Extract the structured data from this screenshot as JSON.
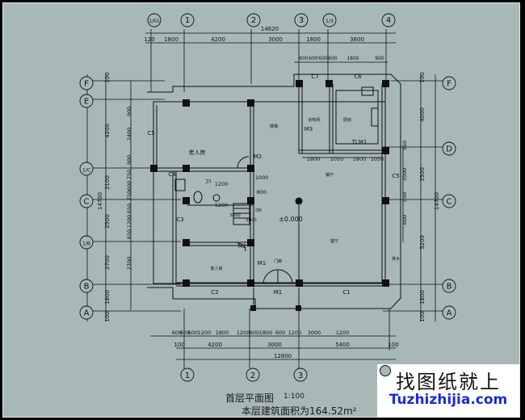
{
  "plan": {
    "title": "首层平面图",
    "scale": "1:100",
    "area_label": "本层建筑面积为164.52m²"
  },
  "grid_top": [
    "1/01",
    "1",
    "2",
    "3",
    "1/3",
    "4"
  ],
  "grid_bottom": [
    "1",
    "2",
    "3"
  ],
  "grid_left": [
    "F",
    "E",
    "1/C",
    "C",
    "1/B",
    "B",
    "A"
  ],
  "grid_right": [
    "F",
    "D",
    "C",
    "B",
    "A"
  ],
  "dims_top_total": "14620",
  "dims_top": [
    "120",
    "1800",
    "4200",
    "3000",
    "1800",
    "3600"
  ],
  "dims_top2": [
    "600",
    "600",
    "600",
    "600",
    "1800",
    "900"
  ],
  "dims_bottom1": [
    "600",
    "600",
    "600",
    "1200",
    "1800",
    "1200",
    "600",
    "1800",
    "600",
    "1200",
    "3000",
    "1200"
  ],
  "dims_bottom2": [
    "100",
    "4200",
    "3000",
    "5400",
    "100"
  ],
  "dims_bottom_total": "12800",
  "dims_left_outer": [
    "100",
    "4200",
    "2100",
    "2500",
    "2700",
    "1800",
    "100"
  ],
  "dims_left_inner": [
    "900",
    "2400",
    "900",
    "750",
    "600",
    "750",
    "650",
    "1200",
    "650",
    "2700"
  ],
  "dims_left_total": "14700",
  "dims_right_outer": [
    "100",
    "4000",
    "3500",
    "5200",
    "1800",
    "100"
  ],
  "dims_right_inner": [
    "550",
    "3500",
    "550",
    "600"
  ],
  "dims_right_total": "14700",
  "dims_interior": [
    "1800",
    "1050",
    "1800",
    "1050",
    "1200",
    "1200",
    "1000",
    "800"
  ],
  "rooms": {
    "elder_room": "老人房",
    "stair": "楼梯",
    "storage": "杂物间",
    "kitchen": "厨房",
    "dining": "餐厅",
    "living": "客厅",
    "guest_room": "客人房",
    "bath": "卫1",
    "porch": "门廊",
    "level": "±0.000",
    "down": "DN"
  },
  "openings": [
    "C7",
    "C6",
    "C5",
    "C4",
    "M3",
    "M2",
    "M2",
    "M1",
    "M1",
    "C1",
    "C2",
    "C3",
    "C5",
    "TLM1"
  ],
  "labels_misc": [
    "3D00",
    "3D00",
    "排水"
  ],
  "watermark": {
    "cn": "找图纸就上",
    "en": "Tuzhizhijia.com"
  },
  "colors": {
    "background": "#a7b8b7",
    "line": "#111111",
    "watermark_url": "#1a2bd8"
  }
}
